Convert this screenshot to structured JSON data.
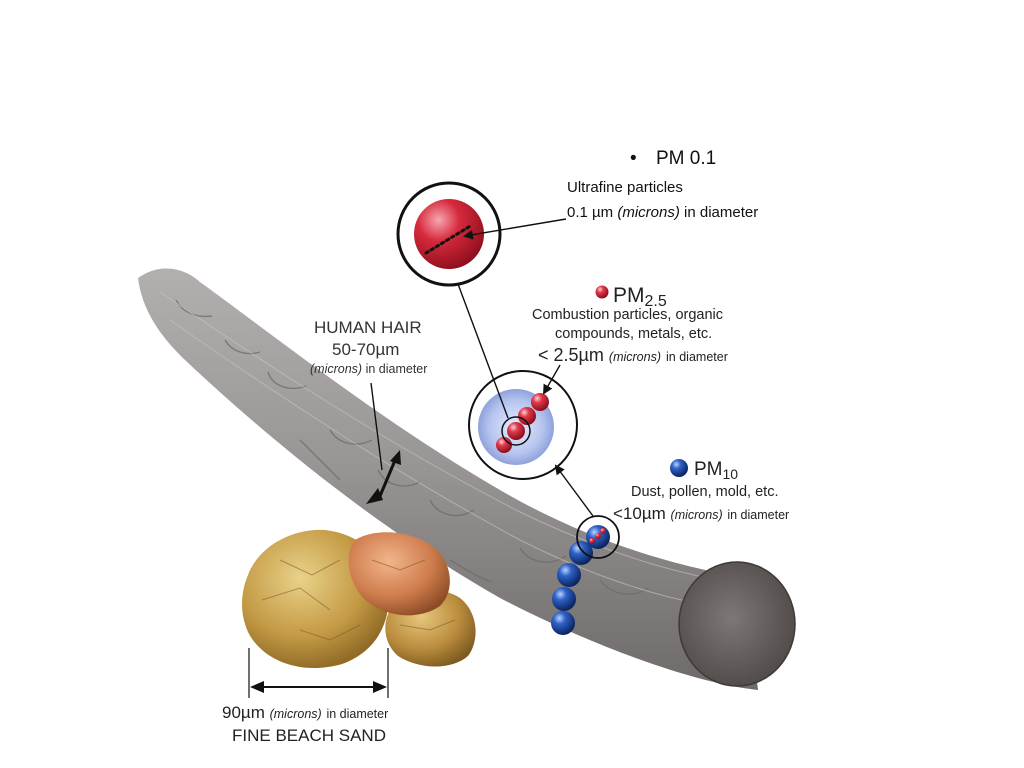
{
  "pm01": {
    "title": "PM 0.1",
    "line1": "Ultrafine particles",
    "line2_value": "0.1 µm",
    "line2_italic": "(microns)",
    "line2_suffix": "in diameter"
  },
  "pm25": {
    "title": "PM",
    "title_sub": "2.5",
    "desc1": "Combustion particles, organic",
    "desc2": "compounds, metals, etc.",
    "size_value": "< 2.5µm",
    "size_italic": "(microns)",
    "size_suffix": "in diameter"
  },
  "pm10": {
    "title": "PM",
    "title_sub": "10",
    "desc": "Dust, pollen, mold, etc.",
    "size_value": "<10µm",
    "size_italic": "(microns)",
    "size_suffix": "in diameter"
  },
  "hair": {
    "title": "HUMAN HAIR",
    "size": "50-70µm",
    "unit_italic": "(microns)",
    "unit_suffix": "in diameter"
  },
  "sand": {
    "size_value": "90µm",
    "size_italic": "(microns)",
    "size_suffix": "in diameter",
    "title": "FINE BEACH SAND"
  },
  "colors": {
    "hair": "#8e8a8a",
    "pm25_particle": "#cc2233",
    "pm10_particle": "#2a58a8",
    "sand": "#c79a45"
  },
  "icons": {
    "bullet": "•"
  }
}
